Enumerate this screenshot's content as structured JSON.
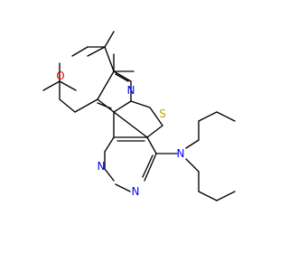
{
  "molecule": {
    "colors": {
      "bond": "#000000",
      "nitrogen": "#0000ff",
      "oxygen": "#ff0000",
      "sulfur": "#b3a800"
    },
    "atoms": [
      {
        "id": "n_pyridine",
        "symbol": "N",
        "element": "nitrogen"
      },
      {
        "id": "s_thiophene",
        "symbol": "S",
        "element": "sulfur"
      },
      {
        "id": "o_pyran",
        "symbol": "O",
        "element": "oxygen"
      },
      {
        "id": "n_pyrimidine_1",
        "symbol": "N",
        "element": "nitrogen"
      },
      {
        "id": "n_pyrimidine_2",
        "symbol": "N",
        "element": "nitrogen"
      },
      {
        "id": "n_amine",
        "symbol": "N",
        "element": "nitrogen"
      }
    ]
  }
}
